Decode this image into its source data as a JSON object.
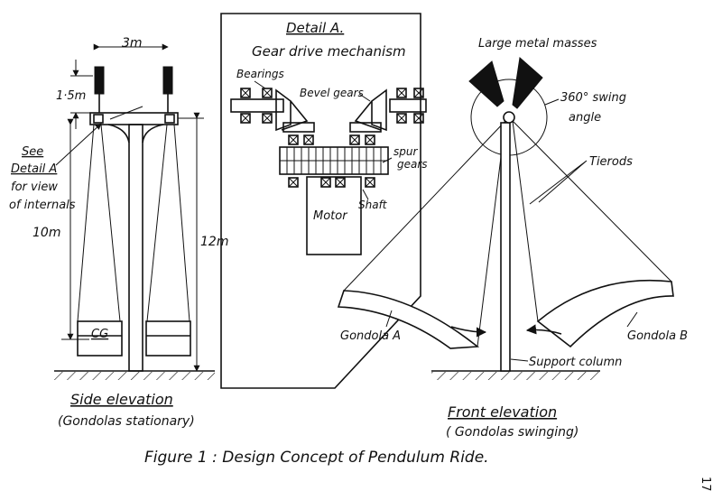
{
  "detail_a": {
    "title": "Detail A.",
    "subtitle": "Gear drive mechanism",
    "bearings": "Bearings",
    "bevel_gears": "Bevel gears",
    "spur": "spur",
    "gears": "gears",
    "motor": "Motor",
    "shaft": "Shaft"
  },
  "side": {
    "dim_width": "3m",
    "dim_top": "1·5m",
    "dim_left": "10m",
    "dim_right": "12m",
    "see_note": [
      "See",
      "Detail A",
      "for view",
      "of internals"
    ],
    "cg": "CG",
    "title": "Side elevation",
    "subtitle": "(Gondolas stationary)"
  },
  "front": {
    "masses": "Large metal masses",
    "swing1": "360° swing",
    "swing2": "angle",
    "tierods": "Tierods",
    "gondola_a": "Gondola A",
    "gondola_b": "Gondola B",
    "support": "Support column",
    "title": "Front elevation",
    "subtitle": "( Gondolas swinging)"
  },
  "caption": "Figure 1 : Design Concept of Pendulum Ride.",
  "page_number": "17"
}
